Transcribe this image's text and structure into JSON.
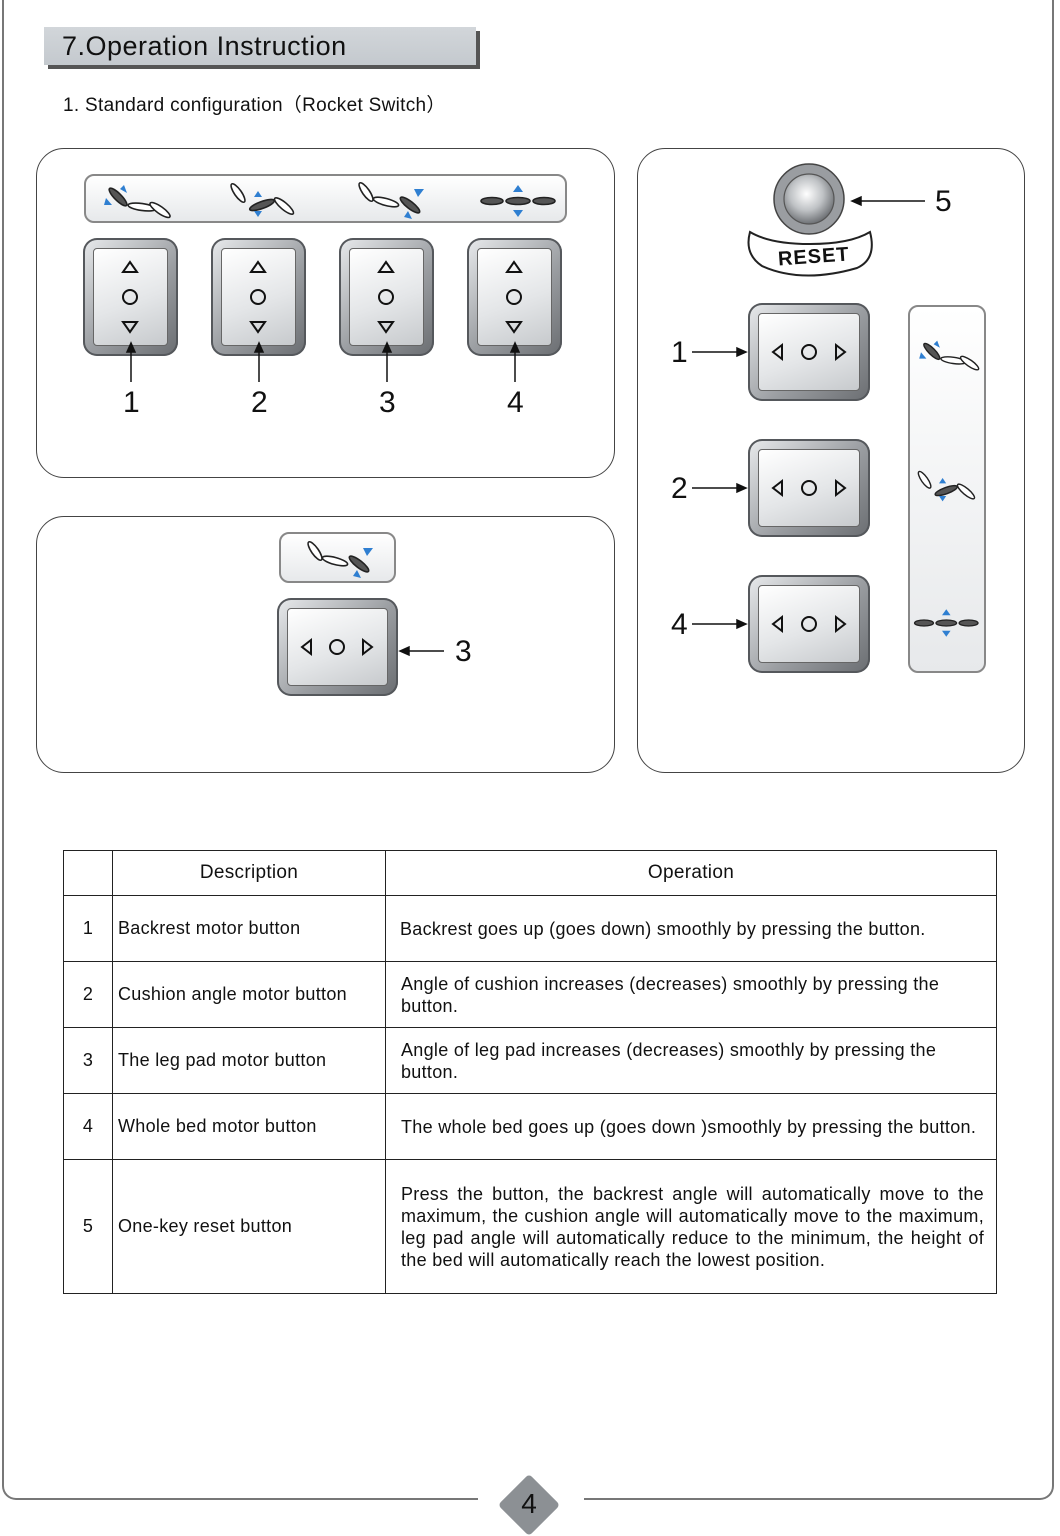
{
  "header": {
    "title": "7.Operation Instruction"
  },
  "subtitle": "1. Standard configuration（Rocket Switch）",
  "panel_top_left": {
    "labels": [
      "1",
      "2",
      "3",
      "4"
    ]
  },
  "panel_bottom_left": {
    "label": "3"
  },
  "panel_right": {
    "reset_label": "RESET",
    "reset_number": "5",
    "labels": [
      "1",
      "2",
      "4"
    ]
  },
  "table": {
    "headers": {
      "blank": "",
      "description": "Description",
      "operation": "Operation"
    },
    "rows": [
      {
        "no": "1",
        "description": "Backrest motor button",
        "operation": "Backrest goes up (goes down) smoothly by pressing the button."
      },
      {
        "no": "2",
        "description": "Cushion angle motor button",
        "operation": "Angle of cushion  increases (decreases) smoothly by pressing the button."
      },
      {
        "no": "3",
        "description": "The leg pad motor button",
        "operation": "Angle of leg pad increases (decreases) smoothly by pressing the button."
      },
      {
        "no": "4",
        "description": "Whole bed motor button",
        "operation": "The whole bed goes up (goes down )smoothly by pressing the button."
      },
      {
        "no": "5",
        "description": "One-key reset button",
        "operation": "Press the button, the backrest angle will automatically move to the maximum, the cushion angle will automatically move to the maximum, leg pad angle will automatically reduce to the minimum, the height of the bed will automatically reach the lowest position."
      }
    ]
  },
  "footer": {
    "page_number": "4"
  },
  "colors": {
    "accent_blue": "#2f7fd1",
    "header_bg": "#c8cdd2",
    "frame": "#777777"
  },
  "icons": [
    "backrest-icon",
    "cushion-icon",
    "leg-pad-icon",
    "whole-bed-icon",
    "reset-knob-icon"
  ]
}
